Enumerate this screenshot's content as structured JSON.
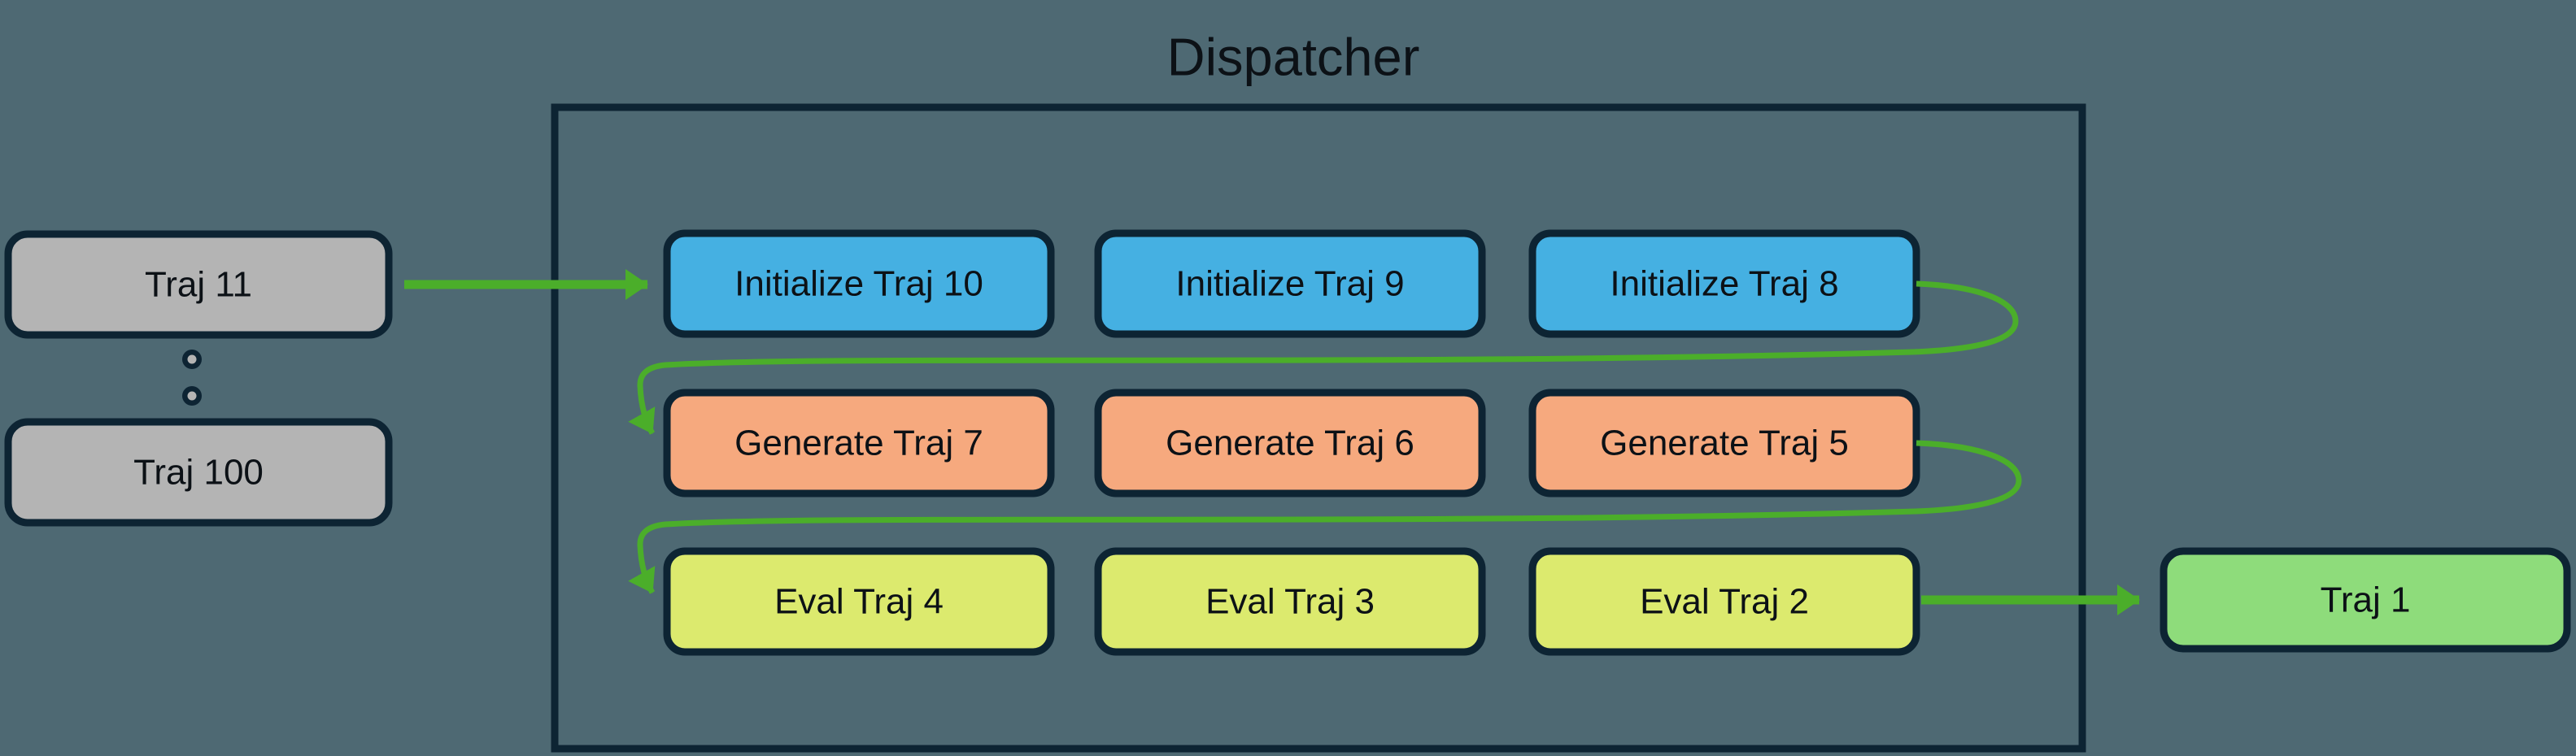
{
  "title": "Dispatcher",
  "colors": {
    "background": "#4e6973",
    "outline": "#0d2433",
    "text": "#0c1116",
    "arrow": "#4bae2a",
    "queue_fill": "#b4b4b4",
    "initialize_fill": "#45b0e2",
    "generate_fill": "#f6a97e",
    "eval_fill": "#dcea6e",
    "output_fill": "#8edc7b"
  },
  "queue": {
    "top": "Traj 11",
    "bottom": "Traj 100"
  },
  "stages": {
    "initialize": [
      "Initialize Traj 10",
      "Initialize Traj 9",
      "Initialize Traj 8"
    ],
    "generate": [
      "Generate Traj 7",
      "Generate Traj 6",
      "Generate Traj 5"
    ],
    "eval": [
      "Eval Traj 4",
      "Eval Traj 3",
      "Eval Traj 2"
    ]
  },
  "output": "Traj 1"
}
